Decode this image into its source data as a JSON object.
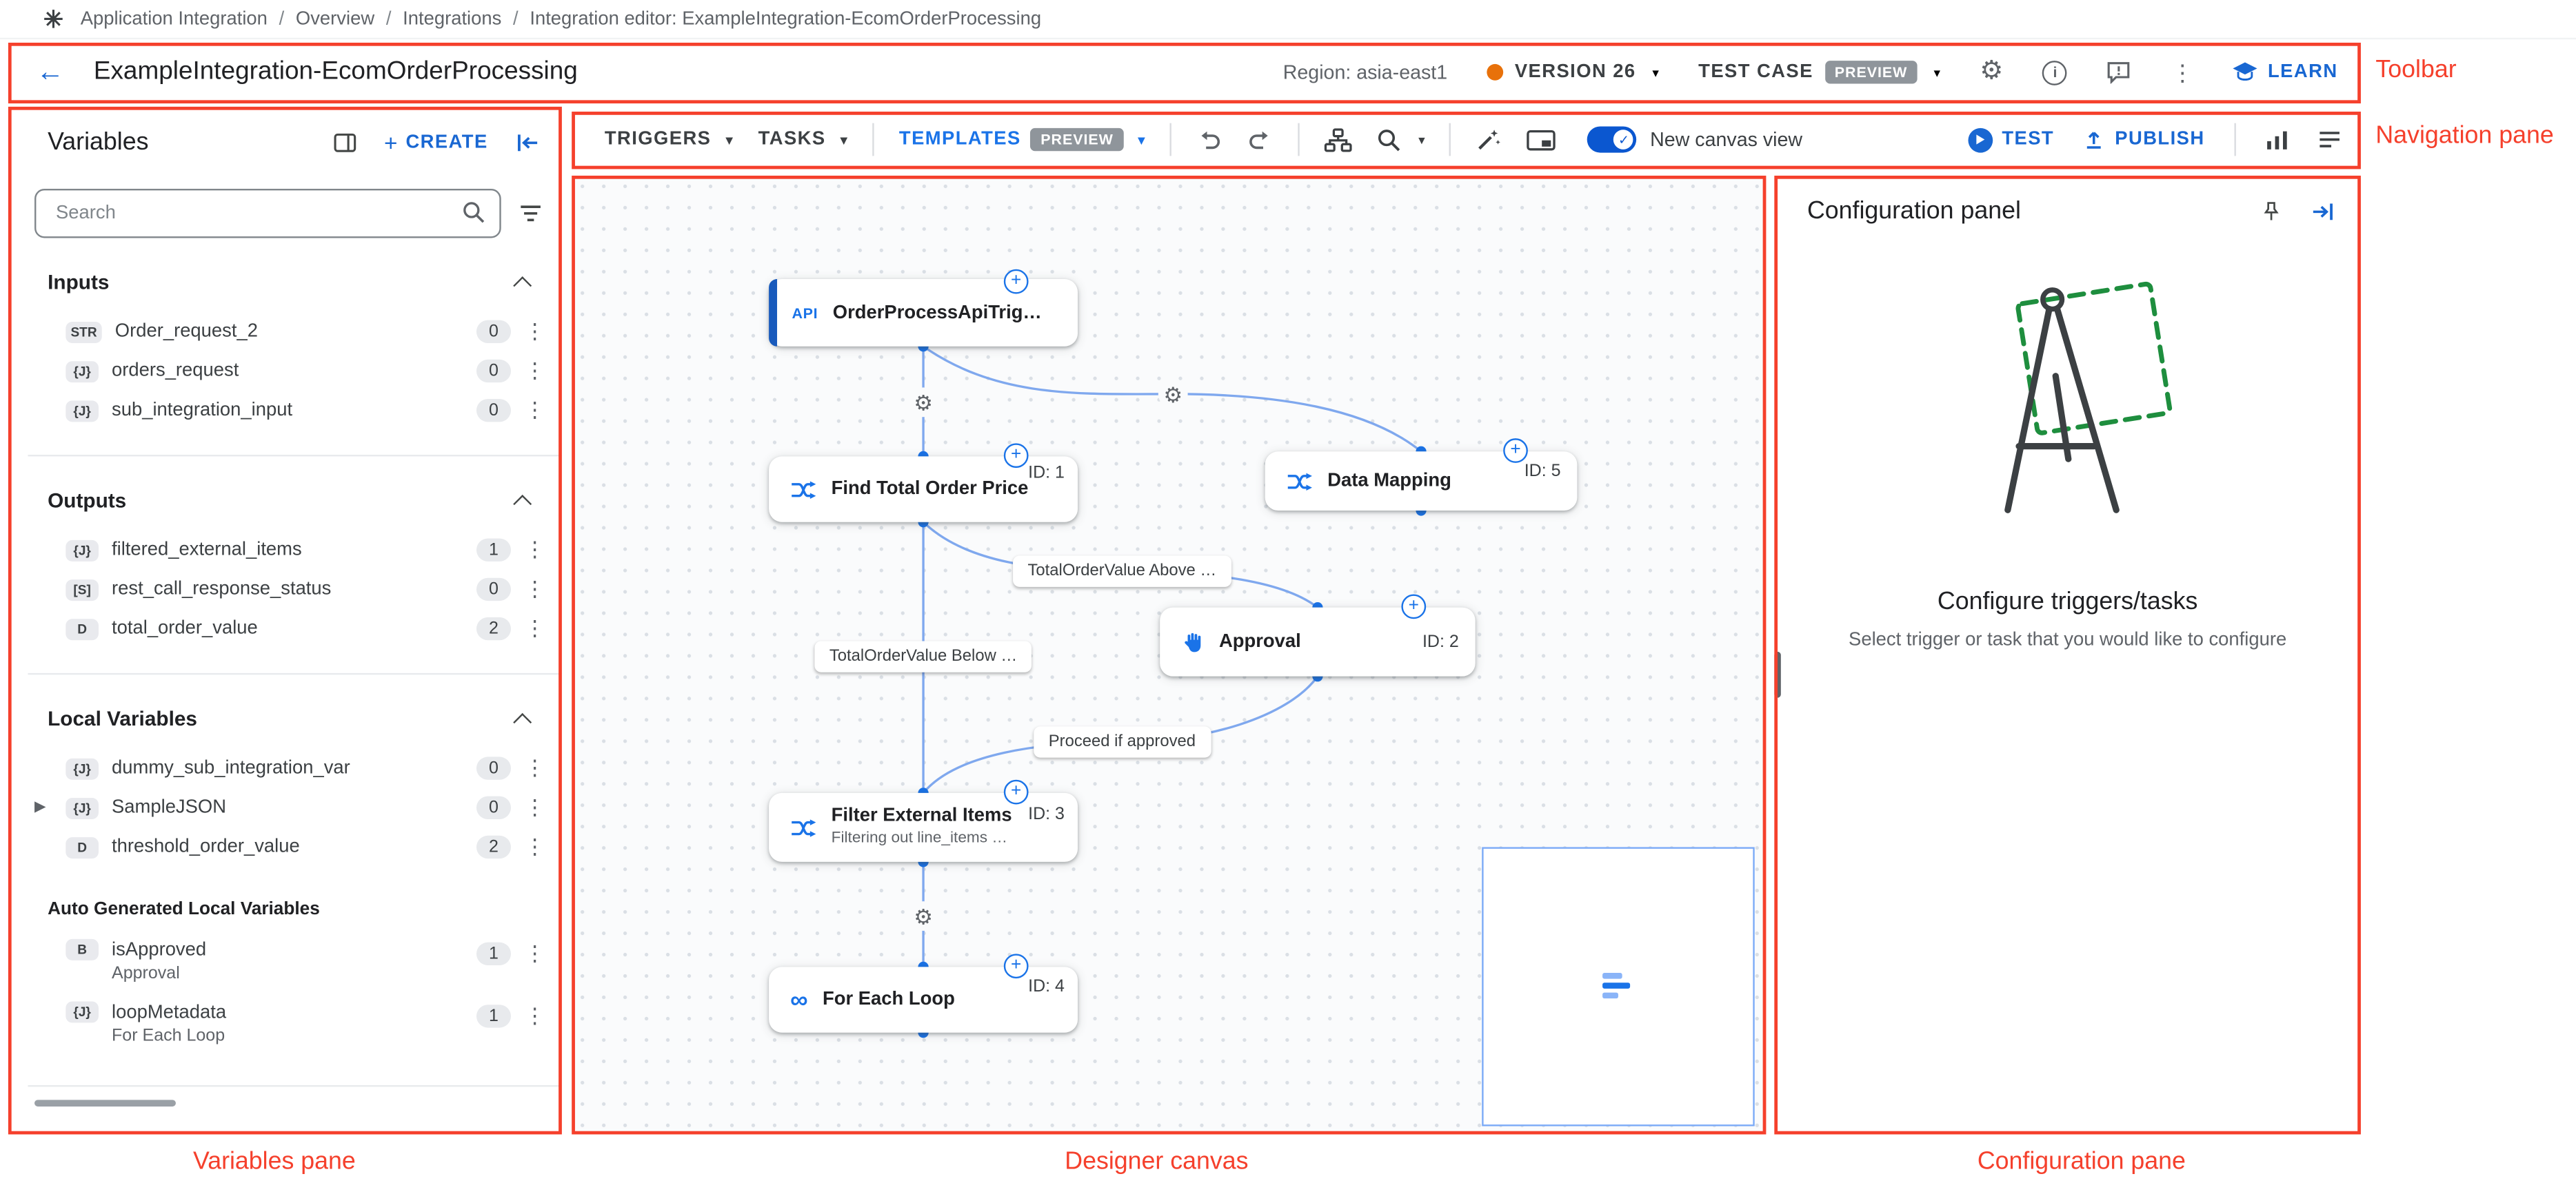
{
  "meta": {
    "accent_blue": "#1a73e8",
    "annotation_color": "#f5402c",
    "version_dot_color": "#e8710a"
  },
  "annotations": {
    "toolbar": "Toolbar",
    "navigation": "Navigation pane",
    "variables": "Variables pane",
    "canvas": "Designer canvas",
    "configuration": "Configuration pane"
  },
  "breadcrumb": {
    "items": [
      "Application Integration",
      "Overview",
      "Integrations",
      "Integration editor: ExampleIntegration-EcomOrderProcessing"
    ]
  },
  "toolbar": {
    "title": "ExampleIntegration-EcomOrderProcessing",
    "region": "Region: asia-east1",
    "version": "VERSION 26",
    "test_case": "TEST CASE",
    "preview": "PREVIEW",
    "learn": "LEARN"
  },
  "nav": {
    "triggers": "TRIGGERS",
    "tasks": "TASKS",
    "templates": "TEMPLATES",
    "preview": "PREVIEW",
    "canvas_toggle": "New canvas view",
    "test": "TEST",
    "publish": "PUBLISH"
  },
  "variables": {
    "title": "Variables",
    "create": "CREATE",
    "search_placeholder": "Search",
    "sections": [
      {
        "label": "Inputs",
        "items": [
          {
            "type": "STR",
            "name": "Order_request_2",
            "count": "0"
          },
          {
            "type": "{J}",
            "name": "orders_request",
            "count": "0"
          },
          {
            "type": "{J}",
            "name": "sub_integration_input",
            "count": "0"
          }
        ]
      },
      {
        "label": "Outputs",
        "items": [
          {
            "type": "{J}",
            "name": "filtered_external_items",
            "count": "1"
          },
          {
            "type": "[S]",
            "name": "rest_call_response_status",
            "count": "0"
          },
          {
            "type": "D",
            "name": "total_order_value",
            "count": "2"
          }
        ]
      },
      {
        "label": "Local Variables",
        "items": [
          {
            "type": "{J}",
            "name": "dummy_sub_integration_var",
            "count": "0"
          },
          {
            "type": "{J}",
            "name": "SampleJSON",
            "count": "0"
          },
          {
            "type": "D",
            "name": "threshold_order_value",
            "count": "2"
          }
        ]
      },
      {
        "label": "Auto Generated Local Variables",
        "items": [
          {
            "type": "B",
            "name": "isApproved",
            "subtitle": "Approval",
            "count": "1"
          },
          {
            "type": "{J}",
            "name": "loopMetadata",
            "subtitle": "For Each Loop",
            "count": "1"
          }
        ]
      }
    ]
  },
  "canvas": {
    "nodes": [
      {
        "badge": "API",
        "title": "OrderProcessApiTrig…"
      },
      {
        "title": "Find Total Order Price",
        "id": "ID: 1"
      },
      {
        "title": "Data Mapping",
        "id": "ID: 5"
      },
      {
        "title": "Approval",
        "id": "ID: 2"
      },
      {
        "title": "Filter External Items",
        "subtitle": "Filtering out line_items …",
        "id": "ID: 3"
      },
      {
        "title": "For Each Loop",
        "id": "ID: 4"
      }
    ],
    "edge_labels": [
      "TotalOrderValue Above …",
      "TotalOrderValue Below …",
      "Proceed if approved"
    ]
  },
  "config": {
    "title": "Configuration panel",
    "heading": "Configure triggers/tasks",
    "subheading": "Select trigger or task that you would like to configure"
  }
}
